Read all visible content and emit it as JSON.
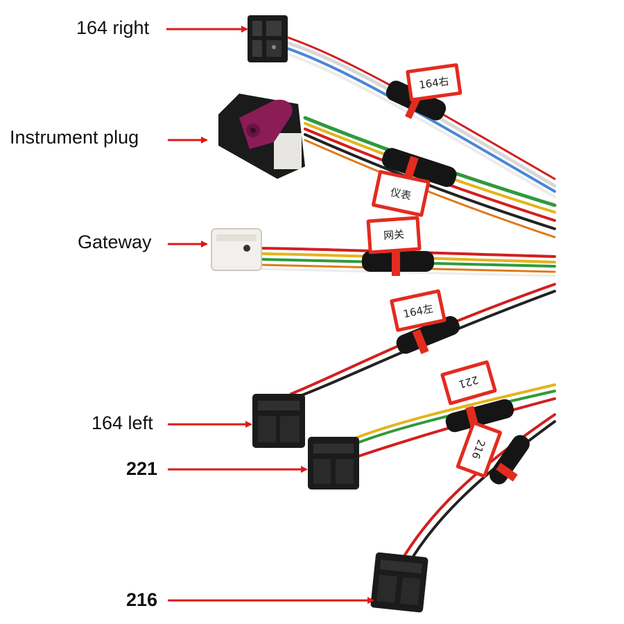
{
  "callouts": {
    "right164": "164 right",
    "instrument": "Instrument plug",
    "gateway": "Gateway",
    "left164": "164 left",
    "c221": "221",
    "c216": "216"
  },
  "tags": {
    "right164": "164右",
    "instrument": "仪表",
    "gateway": "网关",
    "left164": "164左",
    "c221": "221",
    "c216": "216"
  },
  "colors": {
    "arrow": "#e01818",
    "tag": "#e32b1f",
    "connector": "#1b1b1b",
    "instrument_lock": "#8b1c56",
    "gateway_shell": "#f2f0ec"
  }
}
